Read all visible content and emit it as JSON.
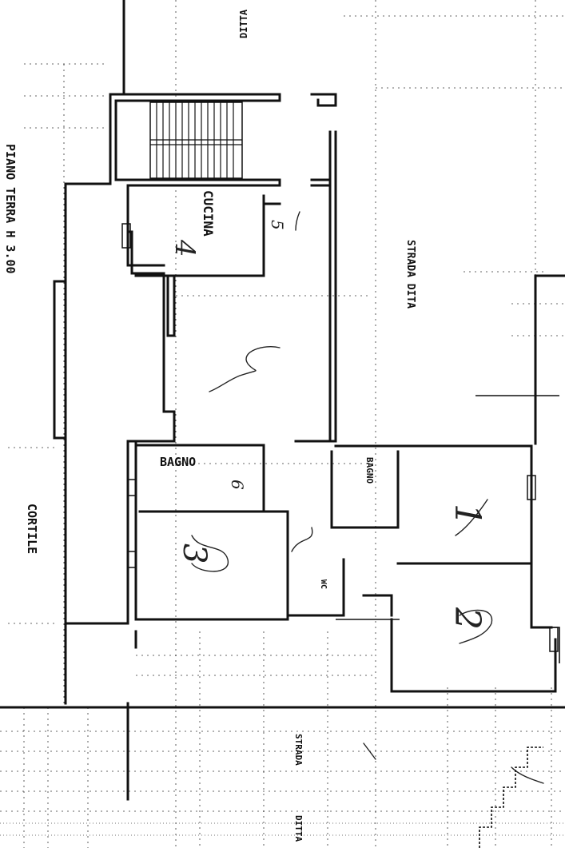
{
  "plan": {
    "header_partial": "PIANO TERRA H 3.00",
    "labels": {
      "cucina": "CUCINA",
      "bagno_main": "BAGNO",
      "bagno_small": "BAGNO",
      "cortile": "CORTILE",
      "strada_dita": "STRADA DITA",
      "ditta_top": "DITTA",
      "strada_bottom": "STRADA",
      "ditta_bottom": "DITTA",
      "wc": "WC"
    },
    "room_numbers": {
      "room_4": "4",
      "room_5": "5",
      "room_3": "3",
      "room_1": "1",
      "room_2": "2",
      "room_6": "6"
    }
  }
}
